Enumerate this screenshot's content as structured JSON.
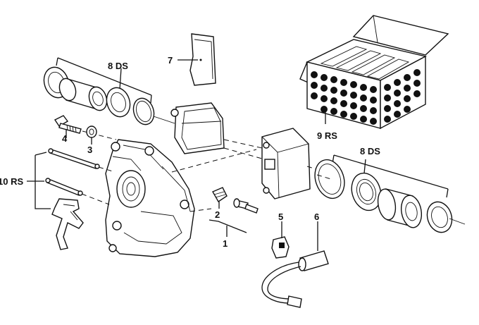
{
  "diagram": {
    "labels": {
      "part1": "1",
      "part2": "2",
      "part3": "3",
      "part4": "4",
      "part5": "5",
      "part6": "6",
      "part7": "7",
      "part8_top": "8 DS",
      "part8_right": "8 DS",
      "part9": "9 RS",
      "part10": "10 RS"
    }
  },
  "colors": {
    "line": "#111111",
    "background": "#ffffff"
  }
}
